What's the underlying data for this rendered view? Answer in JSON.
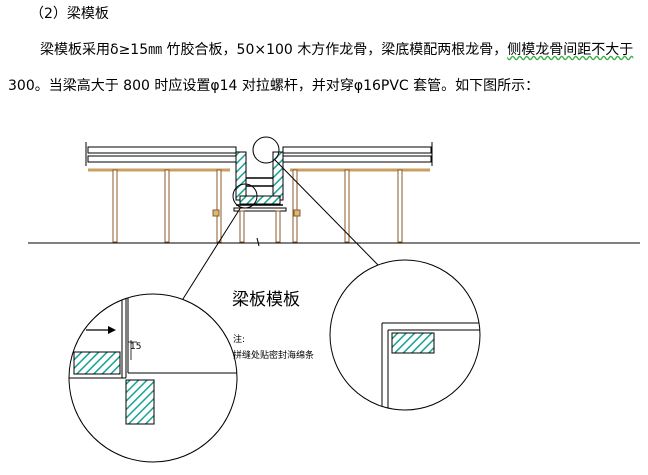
{
  "heading": "（2）梁模板",
  "para1": {
    "before": "梁模板采用δ≥15㎜ 竹胶合板，50×100 木方作龙骨，梁底模配两根龙骨，",
    "underlined": "侧模龙骨间距不大于"
  },
  "para2": "300。当梁高大于 800 时应设置φ14 对拉螺杆，并对穿φ16PVC 套管。如下图所示：",
  "figure": {
    "title": "梁板模板",
    "dimension_label": "15",
    "note_label": "注:",
    "note_text": "拼缝处贴密封海绵条"
  },
  "colors": {
    "hatch": "#18a394",
    "lines": "#000000",
    "green_underline": "#3cb04a"
  }
}
